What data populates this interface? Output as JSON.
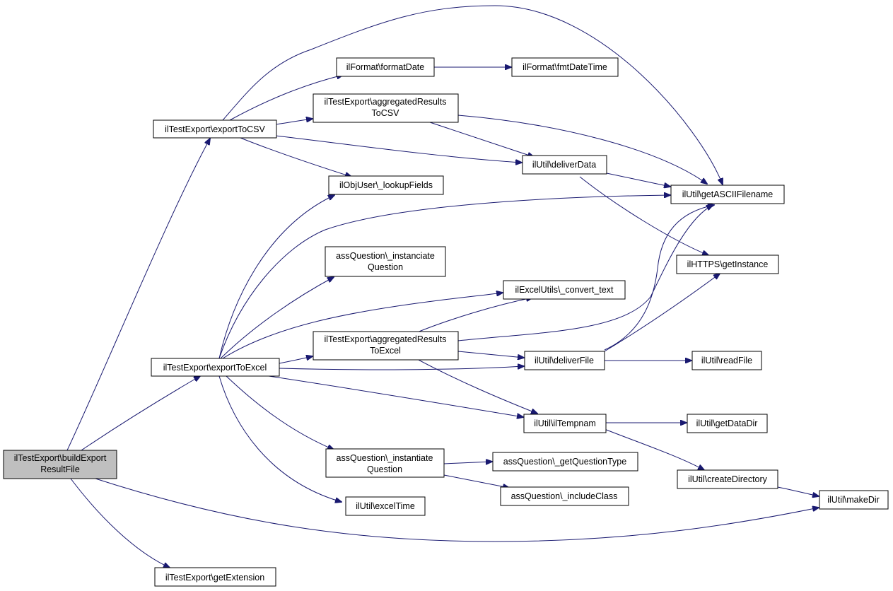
{
  "colors": {
    "edge": "#191970",
    "root_fill": "#bfbfbf",
    "node_fill": "#ffffff",
    "border": "#000000"
  },
  "nodes": {
    "build_export_result_file": [
      "ilTestExport\\buildExport",
      "ResultFile"
    ],
    "export_to_csv": [
      "ilTestExport\\exportToCSV"
    ],
    "export_to_excel": [
      "ilTestExport\\exportToExcel"
    ],
    "get_extension": [
      "ilTestExport\\getExtension"
    ],
    "format_date": [
      "ilFormat\\formatDate"
    ],
    "fmt_date_time": [
      "ilFormat\\fmtDateTime"
    ],
    "aggregated_results_to_csv": [
      "ilTestExport\\aggregatedResults",
      "ToCSV"
    ],
    "lookup_fields": [
      "ilObjUser\\_lookupFields"
    ],
    "deliver_data": [
      "ilUtil\\deliverData"
    ],
    "get_ascii_filename": [
      "ilUtil\\getASCIIFilename"
    ],
    "https_get_instance": [
      "ilHTTPS\\getInstance"
    ],
    "instanciate_question": [
      "assQuestion\\_instanciate",
      "Question"
    ],
    "excel_convert_text": [
      "ilExcelUtils\\_convert_text"
    ],
    "aggregated_results_to_excel": [
      "ilTestExport\\aggregatedResults",
      "ToExcel"
    ],
    "deliver_file": [
      "ilUtil\\deliverFile"
    ],
    "read_file": [
      "ilUtil\\readFile"
    ],
    "il_tempnam": [
      "ilUtil\\ilTempnam"
    ],
    "get_data_dir": [
      "ilUtil\\getDataDir"
    ],
    "instantiate_question": [
      "assQuestion\\_instantiate",
      "Question"
    ],
    "get_question_type": [
      "assQuestion\\_getQuestionType"
    ],
    "include_class": [
      "assQuestion\\_includeClass"
    ],
    "create_directory": [
      "ilUtil\\createDirectory"
    ],
    "make_dir": [
      "ilUtil\\makeDir"
    ],
    "excel_time": [
      "ilUtil\\excelTime"
    ]
  }
}
